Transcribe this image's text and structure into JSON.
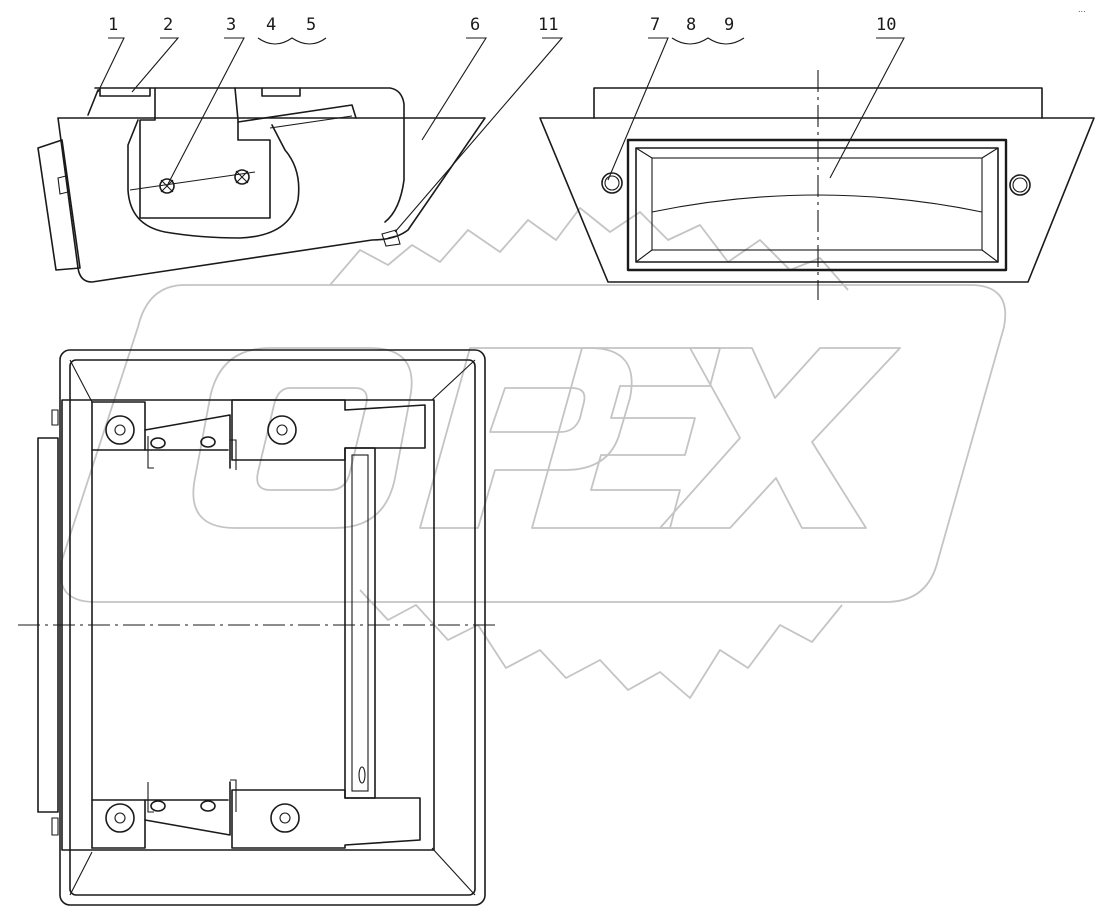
{
  "callouts": {
    "c1": "1",
    "c2": "2",
    "c3": "3",
    "c4": "4",
    "c5": "5",
    "c6": "6",
    "c7": "7",
    "c8": "8",
    "c9": "9",
    "c10": "10",
    "c11": "11"
  },
  "watermark": {
    "text": "OPEX"
  },
  "corner_mark": "..."
}
